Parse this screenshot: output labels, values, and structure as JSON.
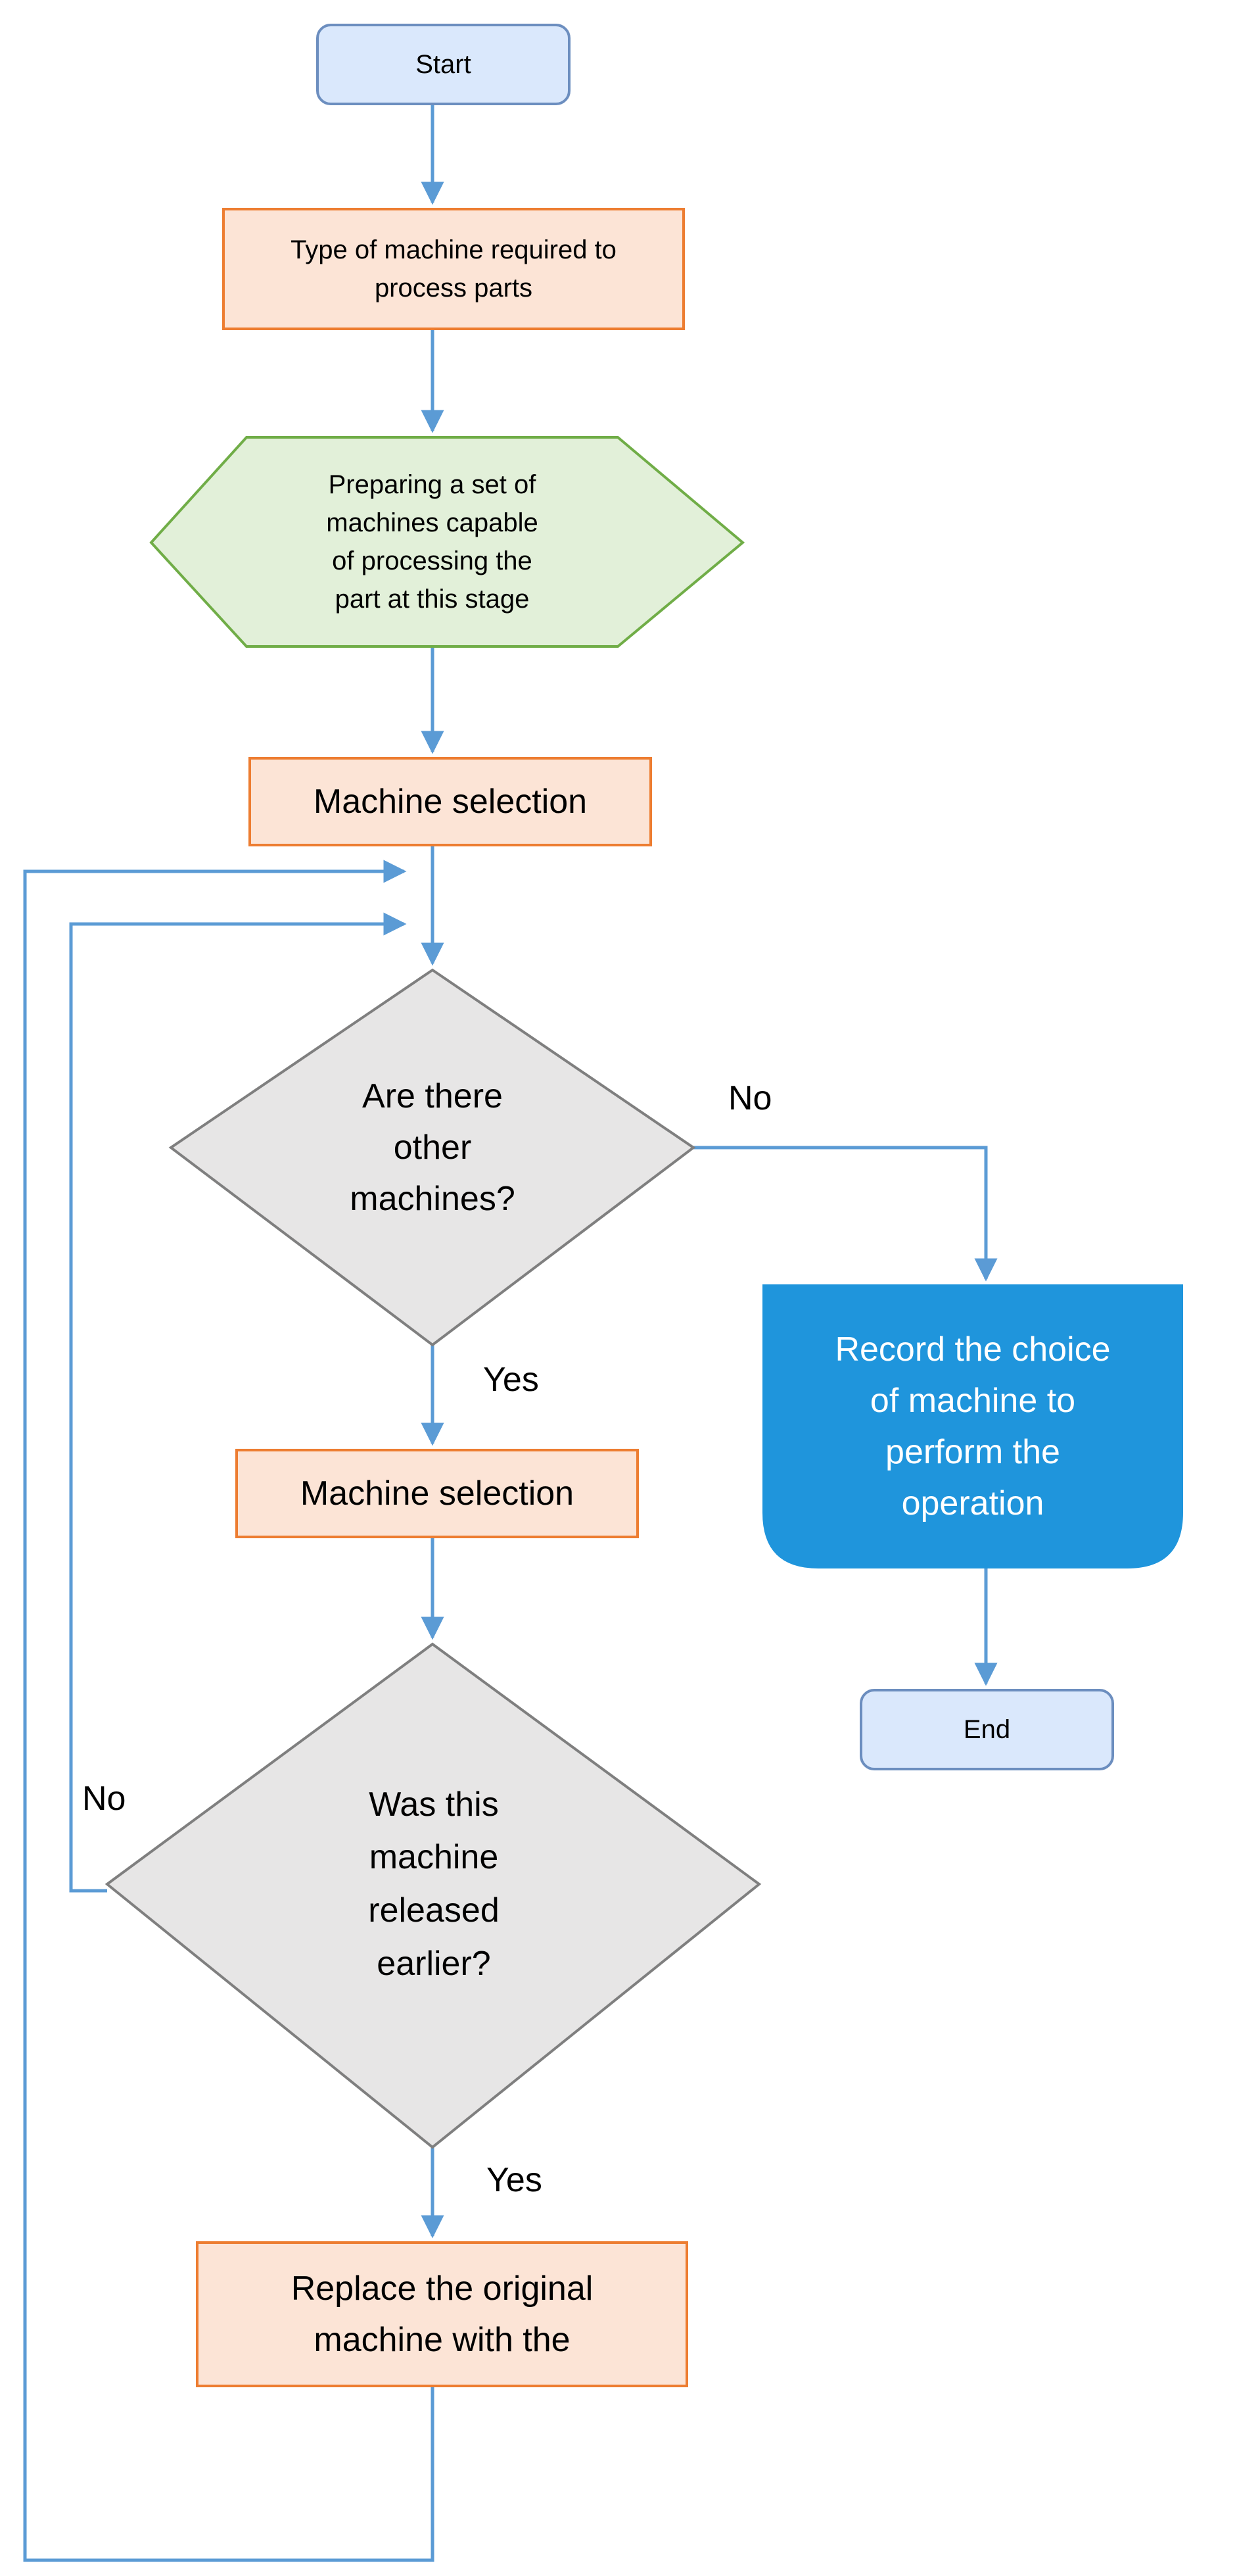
{
  "nodes": {
    "start": "Start",
    "machine_type": "Type of machine required to\nprocess parts",
    "prepare_set": "Preparing a set of\nmachines capable\nof processing the\npart at this stage",
    "machine_selection_1": "Machine selection",
    "other_machines": "Are there\nother\nmachines?",
    "machine_selection_2": "Machine selection",
    "released_earlier": "Was this\nmachine\nreleased\nearlier?",
    "replace_original": "Replace the original\nmachine with the",
    "record_choice": "Record the choice\nof machine to\nperform the\noperation",
    "end": "End"
  },
  "edge_labels": {
    "no_right": "No",
    "yes_1": "Yes",
    "no_left": "No",
    "yes_2": "Yes"
  },
  "colors": {
    "terminal_fill": "#dae8fc",
    "terminal_stroke": "#6c8ebf",
    "process_fill": "#fce4d6",
    "process_stroke": "#ed7d31",
    "preparation_fill": "#e2f0d9",
    "preparation_stroke": "#70ad47",
    "decision_fill": "#e7e6e6",
    "decision_stroke": "#7f7f7f",
    "record_fill": "#1f95dc",
    "connector": "#5b9bd5"
  }
}
